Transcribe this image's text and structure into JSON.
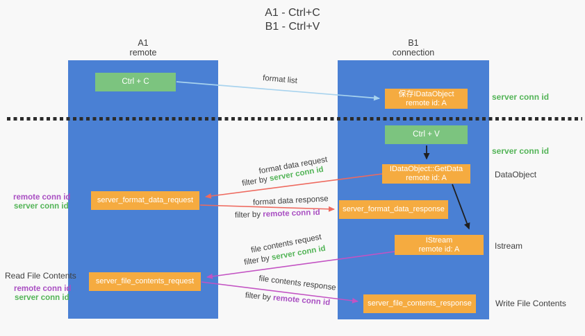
{
  "title": {
    "line1": "A1 - Ctrl+C",
    "line2": "B1 - Ctrl+V"
  },
  "columns": {
    "left": {
      "name": "A1",
      "subtitle": "remote"
    },
    "right": {
      "name": "B1",
      "subtitle": "connection"
    }
  },
  "nodes": {
    "ctrl_c": "Ctrl + C",
    "ctrl_v": "Ctrl + V",
    "save_dataobject_line1": "保存IDataObject",
    "save_dataobject_line2": "remote id: A",
    "getdata_line1": "IDataObject::GetData",
    "getdata_line2": "remote id: A",
    "istream_line1": "IStream",
    "istream_line2": "remote id: A",
    "format_request": "server_format_data_request",
    "format_response": "server_format_data_response",
    "file_request": "server_file_contents_request",
    "file_response": "server_file_contents_response"
  },
  "arrow_labels": {
    "format_list": "format list",
    "format_data_request": "format data request",
    "format_data_response": "format data response",
    "file_contents_request": "file contents request",
    "file_contents_response": "file contents response",
    "filter_by": "filter by "
  },
  "ids": {
    "server_conn_id": "server conn id",
    "remote_conn_id": "remote conn id"
  },
  "side_labels": {
    "data_object": "DataObject",
    "istream": "Istream",
    "write_file_contents": "Write File Contents",
    "read_file_contents": "Read File Contents"
  },
  "colors": {
    "column_blue": "#4a80d4",
    "box_green": "#7cc47f",
    "box_orange": "#f5ab40",
    "label_green": "#53b457",
    "label_purple": "#a94fc2",
    "arrow_red": "#ee6a5f",
    "arrow_magenta": "#c353c3",
    "arrow_lightblue": "#a8d3ee",
    "arrow_black": "#1f1f1f"
  }
}
